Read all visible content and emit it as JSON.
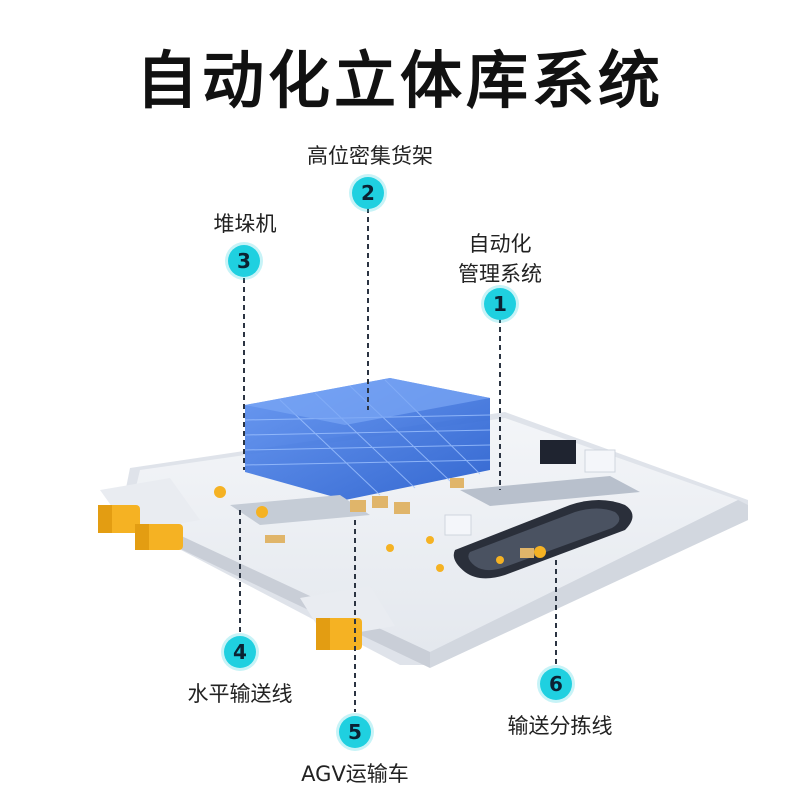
{
  "title": "自动化立体库系统",
  "colors": {
    "accent": "#1fd0e0",
    "rack_blue": "#2f6fe0",
    "floor": "#eef1f5",
    "truck_yellow": "#f5b223",
    "conveyor": "#2a2f3a"
  },
  "callouts": [
    {
      "number": "1",
      "label_line1": "自动化",
      "label_line2": "管理系统"
    },
    {
      "number": "2",
      "label": "高位密集货架"
    },
    {
      "number": "3",
      "label": "堆垛机"
    },
    {
      "number": "4",
      "label": "水平输送线"
    },
    {
      "number": "5",
      "label": "AGV运输车"
    },
    {
      "number": "6",
      "label": "输送分拣线"
    }
  ]
}
